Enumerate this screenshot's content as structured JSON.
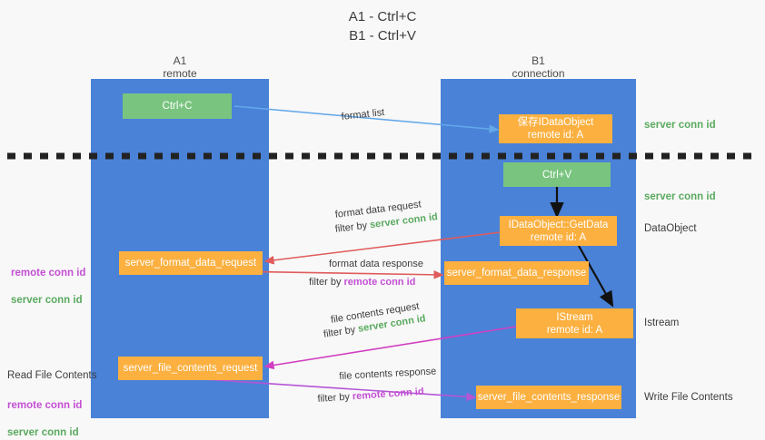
{
  "title": "A1 - Ctrl+C\nB1 - Ctrl+V",
  "colors": {
    "lane": "#4a82d8",
    "green_node": "#79c47f",
    "orange_node": "#fbb040",
    "green_text": "#5aaa5f",
    "purple_text": "#c44fd4",
    "blue_arrow": "#63a8e8",
    "red_arrow": "#e05b5b",
    "magenta_arrow": "#d13fc0",
    "purple_arrow": "#b455d6",
    "black_arrow": "#111111",
    "background": "#f8f8f8"
  },
  "columns": [
    {
      "name": "A1",
      "sub": "remote",
      "header": "A1\nremote"
    },
    {
      "name": "B1",
      "sub": "connection",
      "header": "B1\nconnection"
    }
  ],
  "nodes": [
    {
      "id": "ctrl-c",
      "label": "Ctrl+C",
      "kind": "green",
      "lane": "A1"
    },
    {
      "id": "save-idataobject",
      "label": "保存IDataObject\nremote id: A",
      "kind": "orange",
      "lane": "B1"
    },
    {
      "id": "ctrl-v",
      "label": "Ctrl+V",
      "kind": "green",
      "lane": "B1"
    },
    {
      "id": "idataobject-getdata",
      "label": "IDataObject::GetData\nremote id: A",
      "kind": "orange",
      "lane": "B1"
    },
    {
      "id": "server-format-data-request",
      "label": "server_format_data_request",
      "kind": "orange",
      "lane": "A1"
    },
    {
      "id": "server-format-data-response",
      "label": "server_format_data_response",
      "kind": "orange",
      "lane": "B1"
    },
    {
      "id": "istream",
      "label": "IStream\nremote id: A",
      "kind": "orange",
      "lane": "B1"
    },
    {
      "id": "server-file-contents-request",
      "label": "server_file_contents_request",
      "kind": "orange",
      "lane": "A1"
    },
    {
      "id": "server-file-contents-response",
      "label": "server_file_contents_response",
      "kind": "orange",
      "lane": "B1"
    }
  ],
  "edge_labels": {
    "format_list": "format list",
    "format_data_request": "format data request",
    "format_data_request_filter_prefix": "filter by ",
    "format_data_request_filter_key": "server conn id",
    "format_data_response": "format data response",
    "format_data_response_filter_prefix": "filter by ",
    "format_data_response_filter_key": "remote conn id",
    "file_contents_request": "file contents request",
    "file_contents_request_filter_prefix": "filter by ",
    "file_contents_request_filter_key": "server conn id",
    "file_contents_response": "file contents response",
    "file_contents_response_filter_prefix": "filter by ",
    "file_contents_response_filter_key": "remote conn id"
  },
  "right_labels": [
    {
      "id": "server-conn-id-top",
      "text": "server conn id",
      "style": "green"
    },
    {
      "id": "server-conn-id-mid",
      "text": "server conn id",
      "style": "green"
    },
    {
      "id": "dataobject",
      "text": "DataObject",
      "style": "plain"
    },
    {
      "id": "istream-label",
      "text": "Istream",
      "style": "plain"
    },
    {
      "id": "write-file-contents",
      "text": "Write File Contents",
      "style": "plain"
    }
  ],
  "left_labels": [
    {
      "id": "conn-ids-format",
      "remote": "remote conn id",
      "server": "server conn id"
    },
    {
      "id": "read-file-contents",
      "heading": "Read File Contents",
      "remote": "remote conn id",
      "server": "server conn id"
    }
  ]
}
